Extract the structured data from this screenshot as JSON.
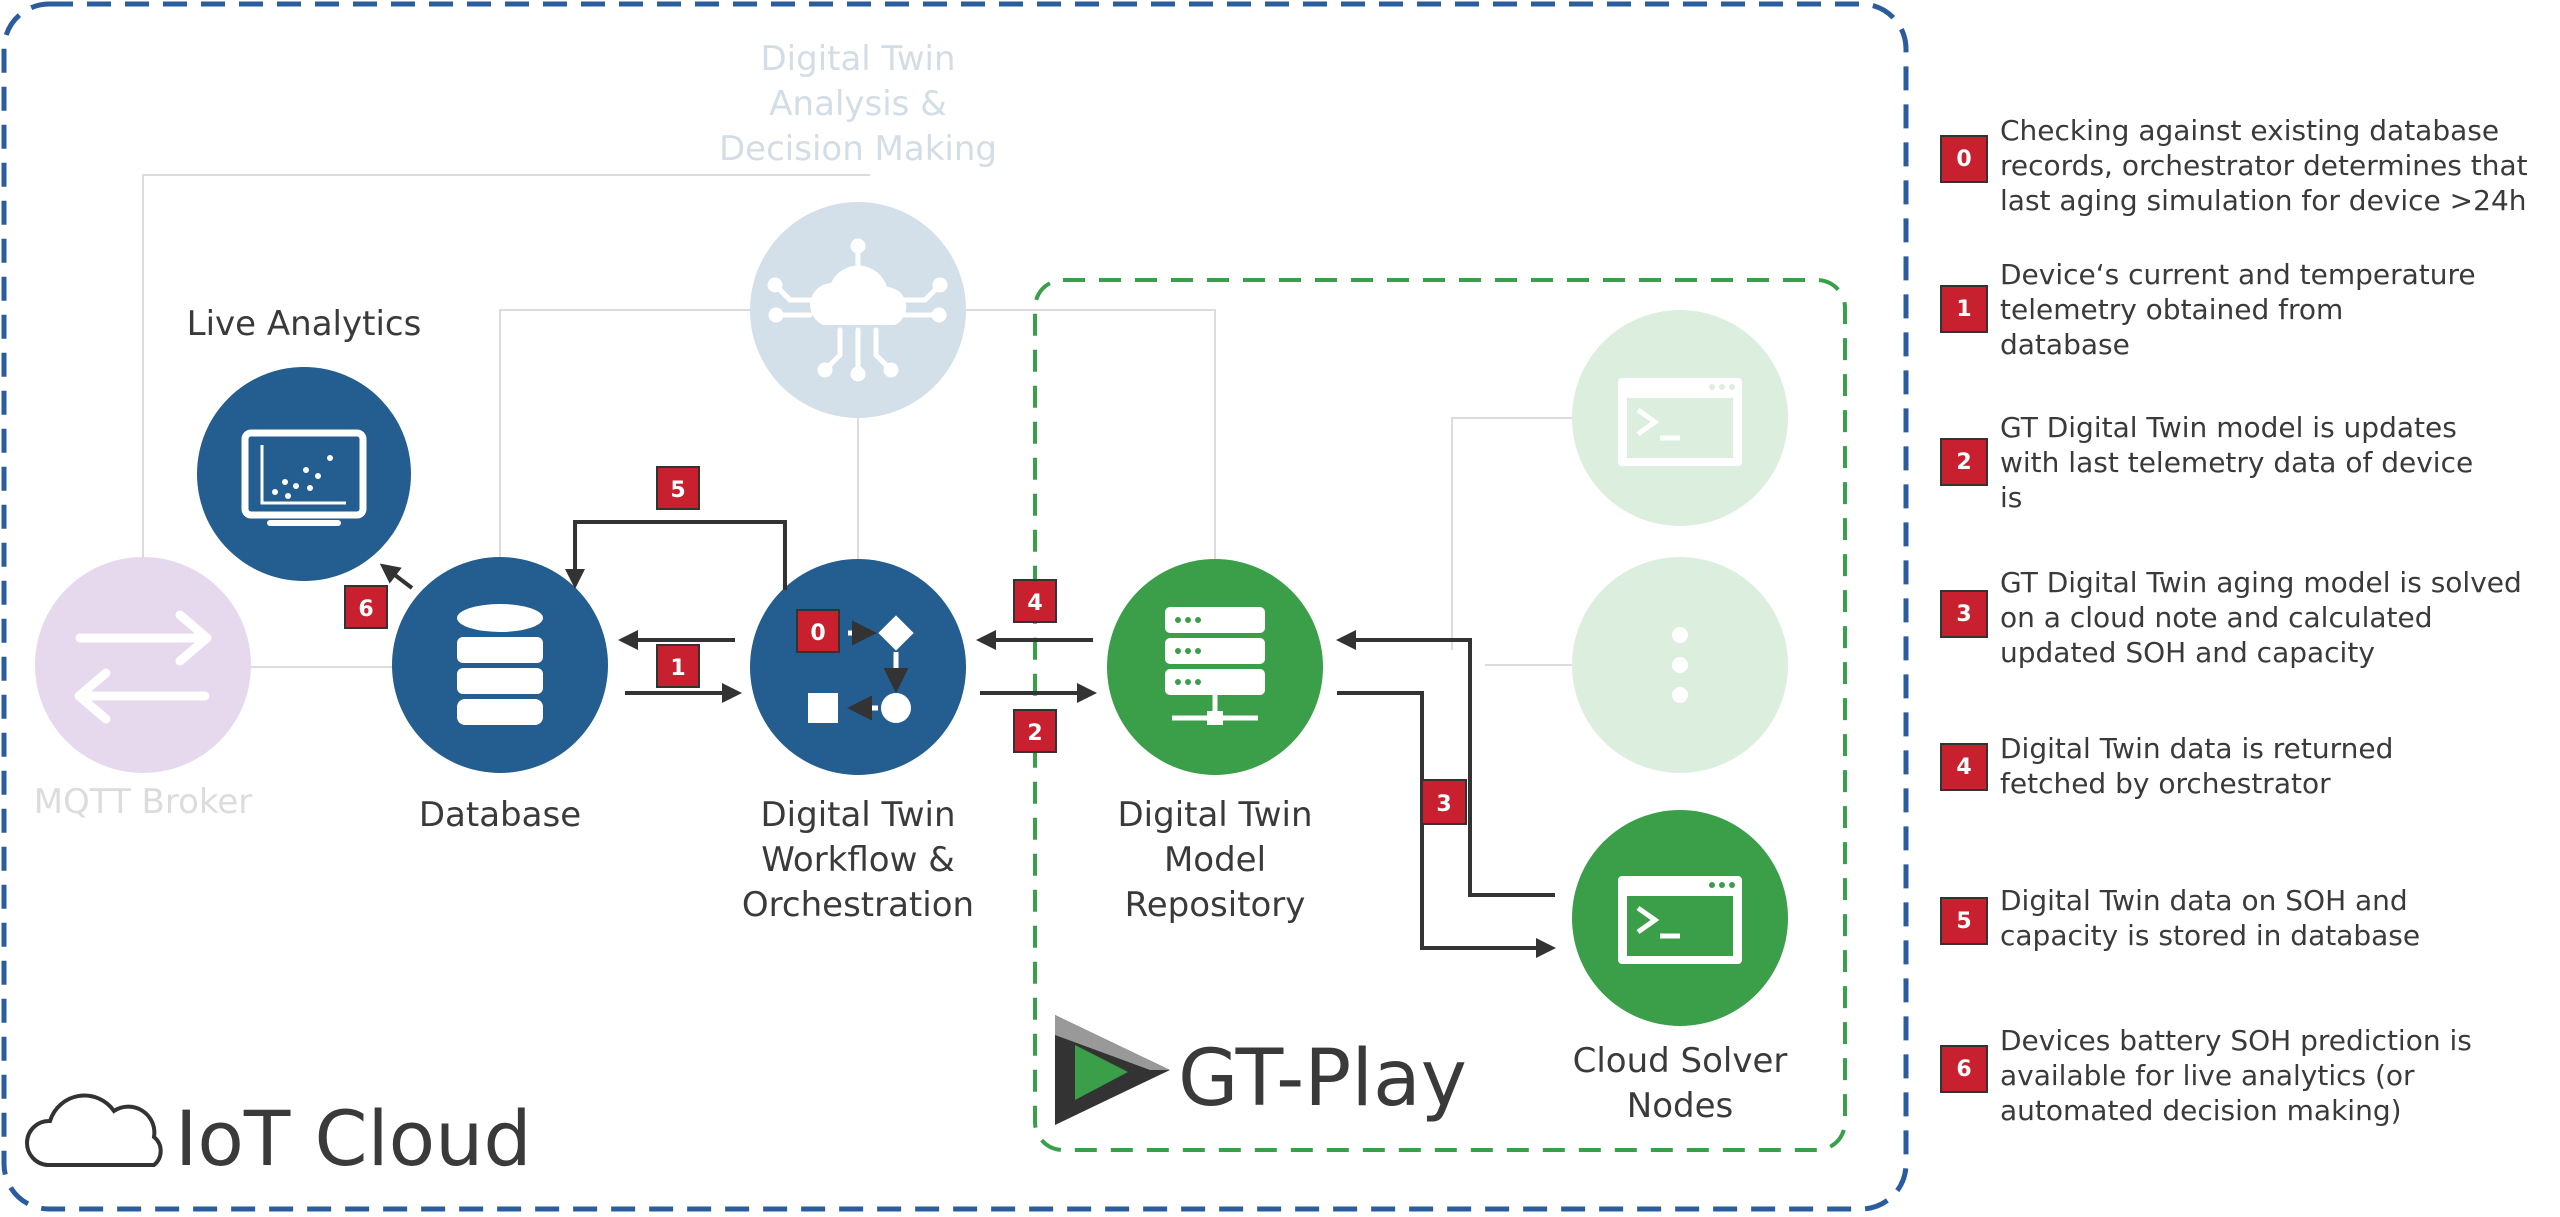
{
  "colors": {
    "iot_border": "#2a5c9e",
    "gt_border": "#39a04a",
    "blue_node": "#245d8f",
    "green_node": "#3a9f48",
    "faded_blue": "#d3e0ea",
    "faded_green": "#dcefde",
    "faded_purple": "#e6d9ee",
    "badge": "#c8202f"
  },
  "nodes": {
    "mqtt_broker": {
      "label": "MQTT Broker",
      "icon": "swap-arrows-icon"
    },
    "live_analytics": {
      "label": "Live Analytics",
      "icon": "monitor-chart-icon"
    },
    "database": {
      "label": "Database",
      "icon": "database-icon"
    },
    "decision_making": {
      "label_lines": [
        "Digital Twin",
        "Analysis &",
        "Decision Making"
      ],
      "icon": "cloud-network-icon"
    },
    "workflow": {
      "label_lines": [
        "Digital Twin",
        "Workflow &",
        "Orchestration"
      ],
      "icon": "workflow-icon"
    },
    "model_repository": {
      "label_lines": [
        "Digital Twin",
        "Model",
        "Repository"
      ],
      "icon": "server-icon"
    },
    "solver_nodes": {
      "label_lines": [
        "Cloud Solver",
        "Nodes"
      ],
      "icon": "terminal-icon"
    }
  },
  "regions": {
    "iot_cloud": "IoT Cloud",
    "gt_play": "GT-Play"
  },
  "badges": [
    "0",
    "1",
    "2",
    "3",
    "4",
    "5",
    "6"
  ],
  "legend": [
    {
      "num": "0",
      "lines": [
        "Checking against existing database",
        "records, orchestrator determines that",
        "last aging simulation for device >24h"
      ]
    },
    {
      "num": "1",
      "lines": [
        "Device‘s current and temperature",
        "telemetry obtained from",
        "database"
      ]
    },
    {
      "num": "2",
      "lines": [
        "GT Digital Twin model is updates",
        "with last telemetry data of device",
        "is"
      ]
    },
    {
      "num": "3",
      "lines": [
        "GT Digital Twin aging model is solved",
        "on a cloud note and calculated",
        "updated SOH and capacity"
      ]
    },
    {
      "num": "4",
      "lines": [
        "Digital Twin data is returned",
        "fetched by orchestrator"
      ]
    },
    {
      "num": "5",
      "lines": [
        "Digital Twin data on SOH and",
        "capacity is stored in database"
      ]
    },
    {
      "num": "6",
      "lines": [
        "Devices battery SOH prediction is",
        "available for live analytics (or",
        "automated decision making)"
      ]
    }
  ]
}
